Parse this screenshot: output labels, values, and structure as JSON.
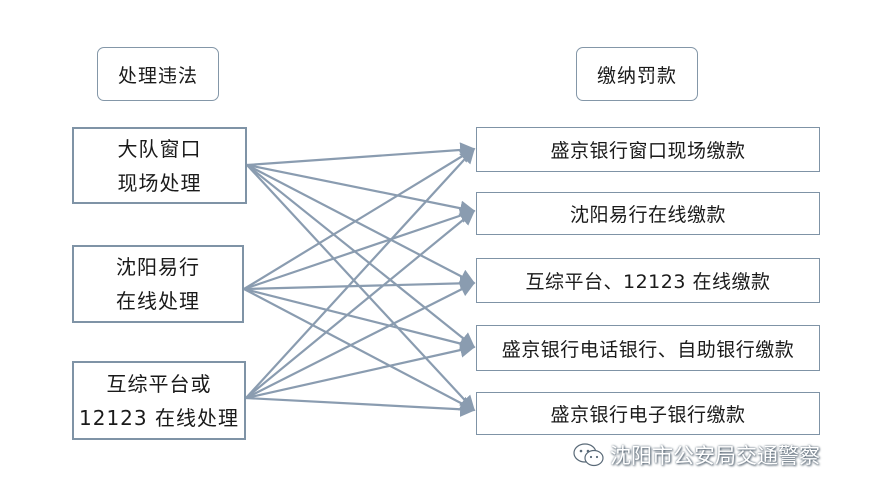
{
  "headers": {
    "left": "处理违法",
    "right": "缴纳罚款"
  },
  "sources": [
    {
      "line1": "大队窗口",
      "line2": "现场处理"
    },
    {
      "line1": "沈阳易行",
      "line2": "在线处理"
    },
    {
      "line1": "互综平台或",
      "line2": "12123 在线处理"
    }
  ],
  "targets": [
    {
      "label": "盛京银行窗口现场缴款"
    },
    {
      "label": "沈阳易行在线缴款"
    },
    {
      "label": "互综平台、12123 在线缴款"
    },
    {
      "label": "盛京银行电话银行、自助银行缴款"
    },
    {
      "label": "盛京银行电子银行缴款"
    }
  ],
  "connections": "all-sources-to-all-targets",
  "colors": {
    "box_border": "#7f93a6",
    "arrow": "#8a9cb0",
    "text": "#1a1a1a"
  },
  "watermark": {
    "text": "沈阳市公安局交通警察",
    "icon": "wechat-bubble-icon"
  }
}
